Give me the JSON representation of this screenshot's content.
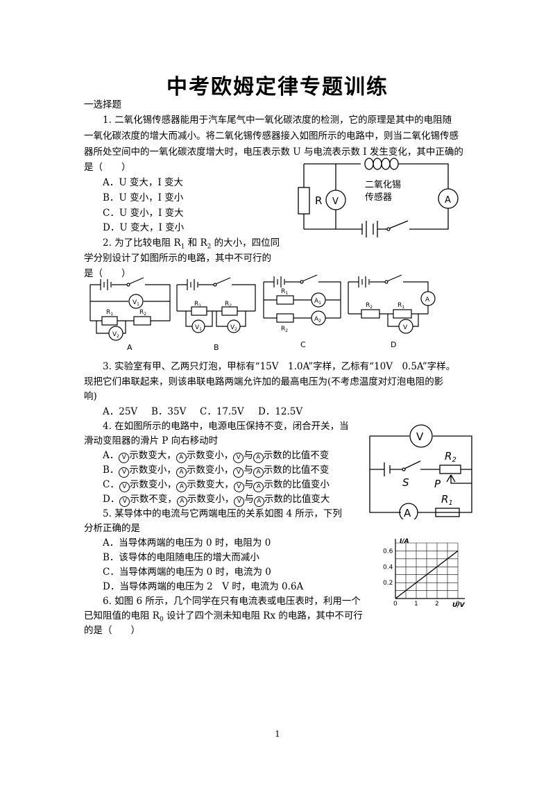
{
  "title": "中考欧姆定律专题训练",
  "section": "一选择题",
  "q1": {
    "l1": "1. 二氧化锡传感器能用于汽车尾气中一氧化碳浓度的检测，它的原理是其中的电阻随",
    "l2": "一氧化碳浓度的增大而减小。将二氧化锡传感器接入如图所示的电路中，则当二氧化锡传感",
    "l3": "器所处空间中的一氧化碳浓度增大时，电压表示数 U 与电流表示数 I 发生变化，其中正确的",
    "l4": "是（　　）",
    "opts": [
      "A．U 变大，I 变大",
      "B．U 变小，I 变小",
      "C．U 变小，I 变大",
      "D．U 变大，I 变小"
    ],
    "fig": {
      "r": "R",
      "v": "V",
      "a": "A",
      "sensor1": "二氧化锡",
      "sensor2": "传感器"
    }
  },
  "q2": {
    "l1a": "2. 为了比较电阻 R",
    "s1": "1",
    "l1b": " 和 R",
    "s2": "2",
    "l1c": " 的大小，四位同",
    "l2": "学分别设计了如图所示的电路，其中不可行的",
    "l3": "是（　　）",
    "figs": {
      "a": {
        "cap": "A",
        "v1": "V",
        "v1s": "1",
        "v2": "V",
        "v2s": "2",
        "r1": "R",
        "r1s": "1",
        "r2": "R",
        "r2s": "2"
      },
      "b": {
        "cap": "B",
        "v1": "V",
        "v1s": "1",
        "v2": "V",
        "v2s": "2",
        "r1": "R",
        "r1s": "1",
        "r2": "R",
        "r2s": "2"
      },
      "c": {
        "cap": "C",
        "a1": "A",
        "a1s": "1",
        "a2": "A",
        "a2s": "2",
        "r1": "R",
        "r1s": "1",
        "r2": "R",
        "r2s": "2"
      },
      "d": {
        "cap": "D",
        "a": "A",
        "v": "V",
        "r1": "R",
        "r1s": "1",
        "r2": "R",
        "r2s": "2"
      }
    }
  },
  "q3": {
    "l1": "3. 实验室有甲、乙两只灯泡，甲标有“15V　1.0A”字样，乙标有“10V　0.5A”字样。",
    "l2": "现把它们串联起来，则该串联电路两端允许加的最高电压为(不考虑温度对灯泡电阻的影",
    "l3": "响)",
    "opts": [
      "A．25V",
      "B．35V",
      "C．17.5V",
      "D．12.5V"
    ]
  },
  "q4": {
    "l1": "4. 在如图所示的电路中，电源电压保持不变，闭合开关，当",
    "l2": "滑动变阻器的滑片 P 向右移动时",
    "v": "V",
    "a": "A",
    "opts": [
      {
        "k": "A．",
        "p1": "示数变大，",
        "p2": "示数变小，",
        "p3": "与",
        "p4": "示数的比值不变"
      },
      {
        "k": "B．",
        "p1": "示数变小，",
        "p2": "示数变小，",
        "p3": "与",
        "p4": "示数的比值不变"
      },
      {
        "k": "C．",
        "p1": "示数变小，",
        "p2": "示数变大，",
        "p3": "与",
        "p4": "示数的比值变小"
      },
      {
        "k": "D．",
        "p1": "示数不变，",
        "p2": "示数变小，",
        "p3": "与",
        "p4": "示数的比值变大"
      }
    ],
    "fig": {
      "v": "V",
      "a": "A",
      "r2": "R",
      "r2s": "2",
      "r1": "R",
      "r1s": "1",
      "s": "S",
      "p": "P"
    }
  },
  "q5": {
    "l1": "5. 某导体中的电流与它两端电压的关系如图 4 所示，下列",
    "l2": "分析正确的是",
    "opts": [
      "A．当导体两端的电压为 0 时，电阻为 0",
      "B．该导体的电阻随电压的增大而减小",
      "C．当导体两端的电压为 0 时，电流为 0",
      "D．当导体两端的电压为 2　V 时，电流为 0.6A"
    ]
  },
  "q6": {
    "l1": "6. 如图 6 所示，几个同学在只有电流表或电压表时，利用一个",
    "l2a": "已知阻值的电阻 R",
    "s0": "0",
    "l2b": " 设计了四个测未知电阻 Rx 的电路，其中不可行",
    "l3": "的是（　　）"
  },
  "graph": {
    "ylab": "I/A",
    "xlab": "U/V",
    "yt": [
      "0.6",
      "0.4",
      "0.2"
    ],
    "xt": [
      "0",
      "1",
      "2",
      "3"
    ]
  },
  "chart_data": {
    "type": "line",
    "title": "",
    "xlabel": "U/V",
    "ylabel": "I/A",
    "xlim": [
      0,
      3.2
    ],
    "ylim": [
      0,
      0.7
    ],
    "x_ticks": [
      "0",
      "1",
      "2",
      "3"
    ],
    "y_ticks": [
      "0.2",
      "0.4",
      "0.6"
    ],
    "grid": true,
    "series": [
      {
        "x": [
          0,
          3
        ],
        "y": [
          0,
          0.6
        ]
      }
    ]
  },
  "page_number": "1"
}
